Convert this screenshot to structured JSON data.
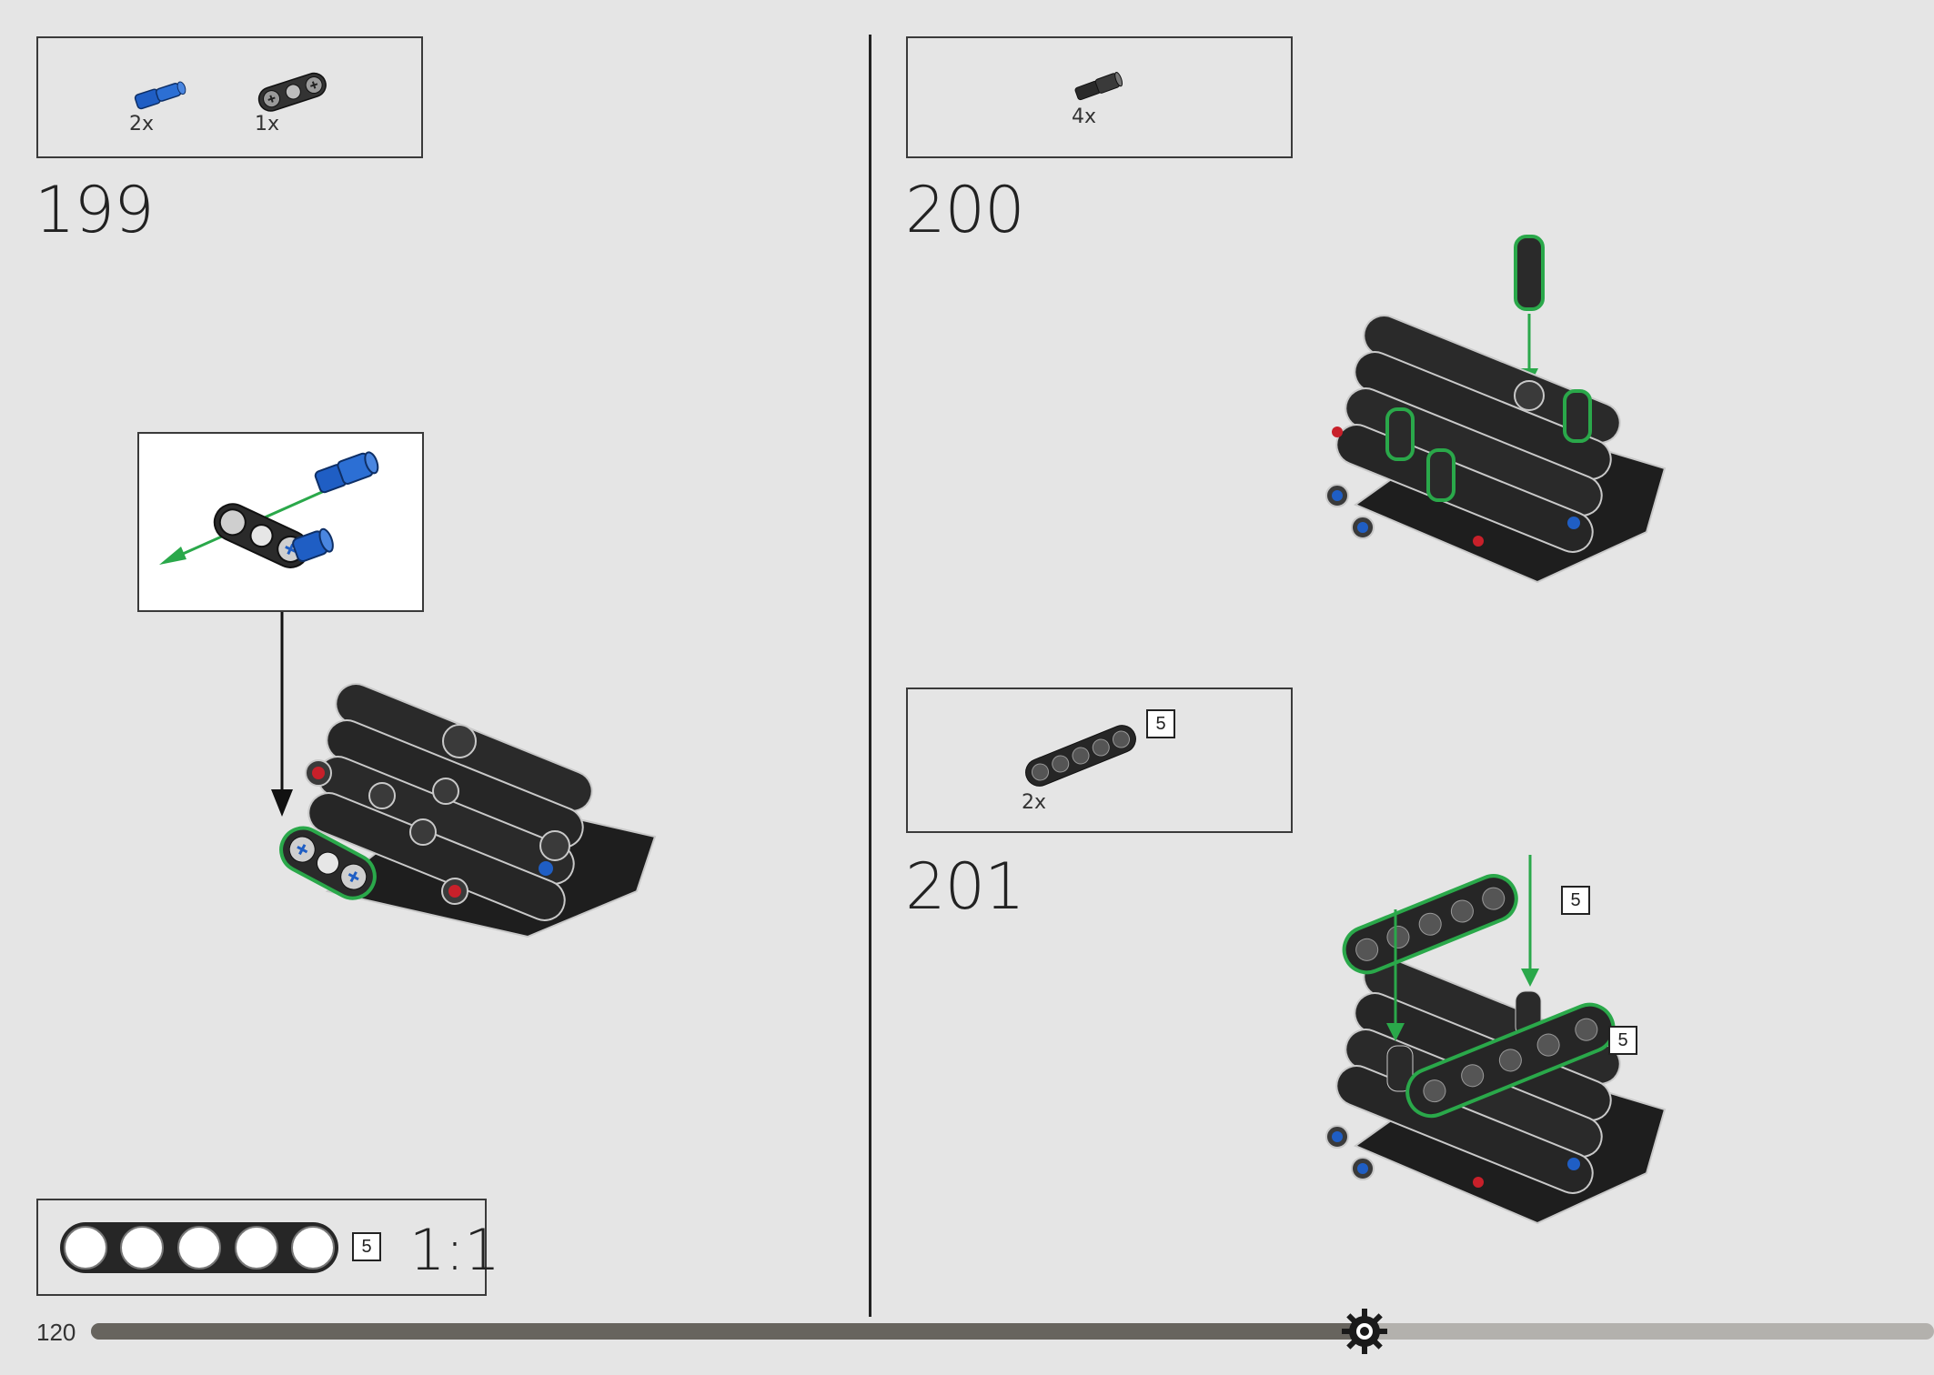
{
  "page": {
    "number": "120",
    "progress": 0.69
  },
  "steps": [
    {
      "number": "199",
      "parts": [
        {
          "qty": "2x",
          "icon": "blue-axle-pin-icon"
        },
        {
          "qty": "1x",
          "icon": "connector-beam-icon"
        }
      ]
    },
    {
      "number": "200",
      "parts": [
        {
          "qty": "4x",
          "icon": "black-axle-pin-icon"
        }
      ]
    },
    {
      "number": "201",
      "parts": [
        {
          "qty": "2x",
          "icon": "five-hole-beam-icon",
          "badge": "5"
        }
      ]
    }
  ],
  "scale_ruler": {
    "badge": "5",
    "scale": "1:1"
  },
  "callouts": {
    "beam_badge_upper": "5",
    "beam_badge_lower": "5"
  },
  "colors": {
    "highlight_green": "#2aa84a",
    "part_blue": "#1f5ec4",
    "part_red": "#c8202a",
    "part_black": "#262626"
  }
}
